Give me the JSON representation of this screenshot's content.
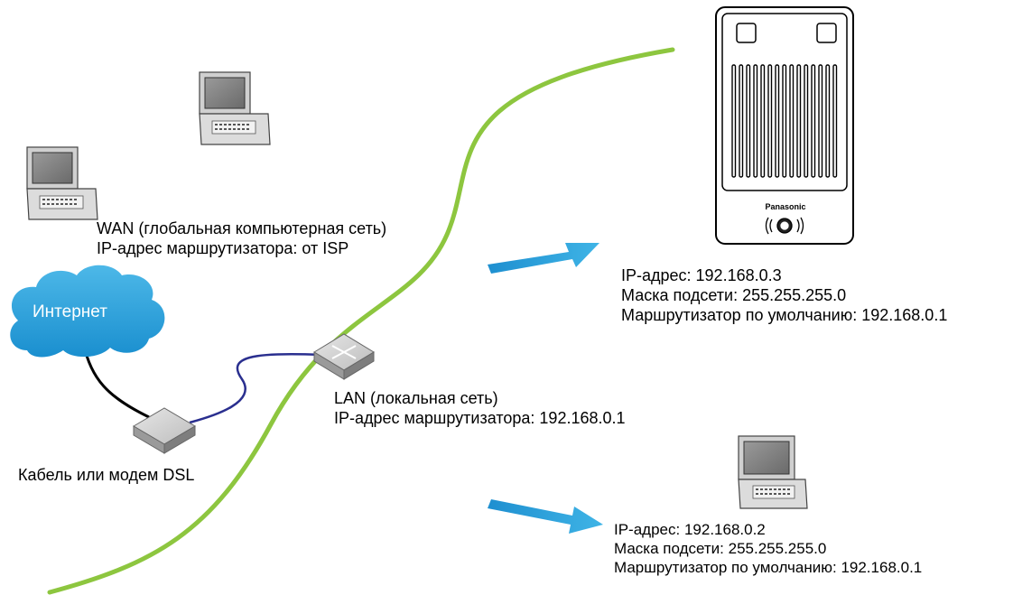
{
  "internet": {
    "label": "Интернет"
  },
  "modem": {
    "label": "Кабель или модем DSL"
  },
  "wan": {
    "title": "WAN (глобальная компьютерная сеть)",
    "router_ip": "IP-адрес маршрутизатора: от ISP"
  },
  "lan": {
    "title": "LAN (локальная сеть)",
    "router_ip": "IP-адрес маршрутизатора: 192.168.0.1"
  },
  "camera": {
    "brand": "Panasonic",
    "ip": "IP-адрес: 192.168.0.3",
    "mask": "Маска подсети: 255.255.255.0",
    "gateway": "Маршрутизатор по умолчанию: 192.168.0.1"
  },
  "pc": {
    "ip": "IP-адрес: 192.168.0.2",
    "mask": "Маска подсети: 255.255.255.0",
    "gateway": "Маршрутизатор по умолчанию: 192.168.0.1"
  },
  "colors": {
    "boundary_line": "#8dc63f",
    "arrow": "#2a9fd8",
    "cloud": "#2aa3dc",
    "lan_cable": "#2a2f8f",
    "wan_cable": "#000000"
  }
}
